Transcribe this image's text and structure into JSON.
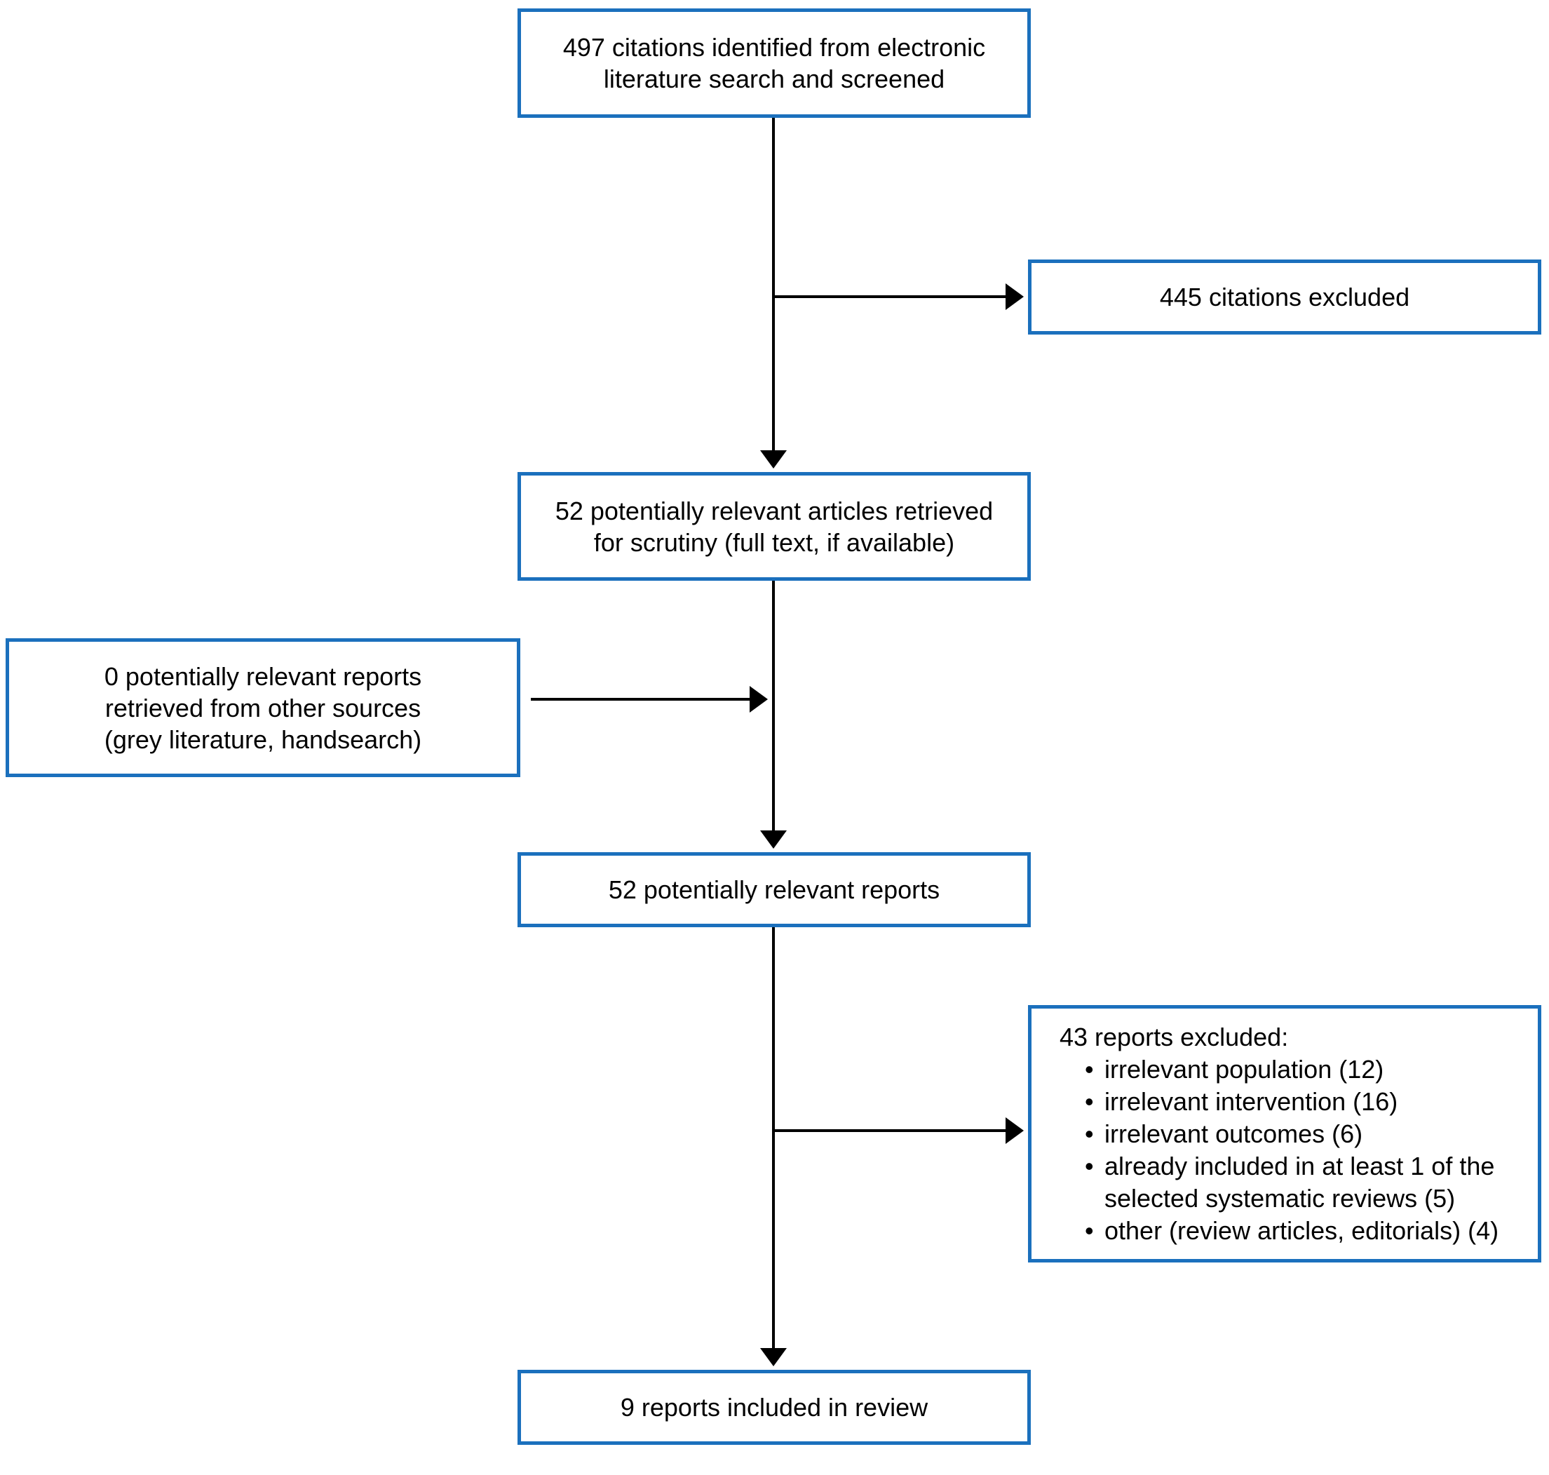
{
  "flowchart": {
    "title_semantic": "Literature screening flow diagram",
    "colors": {
      "box_border": "#1b70bd",
      "arrow": "#000000",
      "text": "#000000",
      "background": "#ffffff"
    },
    "box_screened": {
      "lines": [
        "497 citations identified from electronic",
        "literature search and screened"
      ]
    },
    "box_citations_excluded": {
      "text": "445 citations excluded"
    },
    "box_articles_retrieved": {
      "lines": [
        "52 potentially relevant articles retrieved",
        "for scrutiny (full text, if available)"
      ]
    },
    "box_other_sources": {
      "lines": [
        "0 potentially relevant reports",
        "retrieved from other sources",
        "(grey literature, handsearch)"
      ]
    },
    "box_relevant_reports": {
      "text": "52 potentially relevant reports"
    },
    "box_reports_excluded": {
      "heading": "43 reports excluded:",
      "bullets": [
        "irrelevant population (12)",
        "irrelevant intervention (16)",
        "irrelevant outcomes (6)",
        "already included in at least 1 of the selected systematic reviews (5)",
        "other (review articles, editorials) (4)"
      ]
    },
    "box_included": {
      "text": "9 reports included in review"
    }
  }
}
